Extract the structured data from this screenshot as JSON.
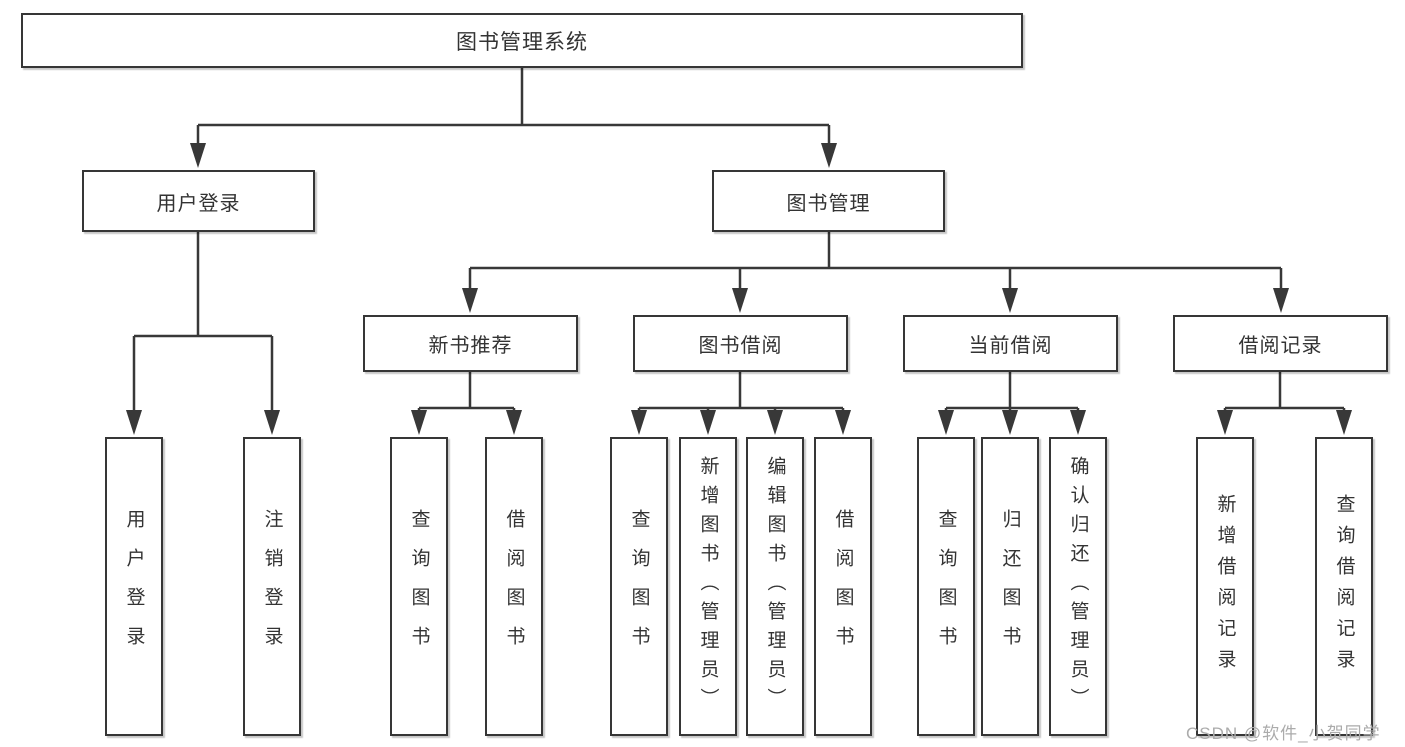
{
  "diagram": {
    "tree": {
      "label": "图书管理系统",
      "children": [
        {
          "label": "用户登录",
          "children": [
            {
              "label": "用户登录"
            },
            {
              "label": "注销登录"
            }
          ]
        },
        {
          "label": "图书管理",
          "children": [
            {
              "label": "新书推荐",
              "children": [
                {
                  "label": "查询图书"
                },
                {
                  "label": "借阅图书"
                }
              ]
            },
            {
              "label": "图书借阅",
              "children": [
                {
                  "label": "查询图书"
                },
                {
                  "label": "新增图书（管理员）"
                },
                {
                  "label": "编辑图书（管理员）"
                },
                {
                  "label": "借阅图书"
                }
              ]
            },
            {
              "label": "当前借阅",
              "children": [
                {
                  "label": "查询图书"
                },
                {
                  "label": "归还图书"
                },
                {
                  "label": "确认归还（管理员）"
                }
              ]
            },
            {
              "label": "借阅记录",
              "children": [
                {
                  "label": "新增借阅记录"
                },
                {
                  "label": "查询借阅记录"
                }
              ]
            }
          ]
        }
      ]
    },
    "colors": {
      "line": "#383838",
      "border": "#363636",
      "text": "#333333",
      "watermark": "#ababab",
      "background": "#ffffff"
    }
  },
  "watermark": {
    "text": "CSDN @软件_小贺同学"
  }
}
